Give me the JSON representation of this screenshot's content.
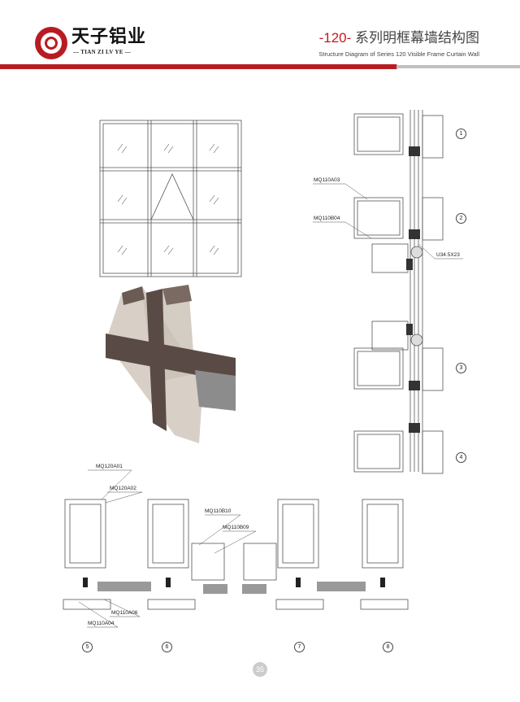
{
  "header": {
    "logo_cn": "天子铝业",
    "logo_en": "— TIAN ZI LV YE —",
    "title_num": "-120-",
    "title_cn": "系列明框幕墙结构图",
    "subtitle": "Structure Diagram of Series 120 Visible Frame Curtain Wall",
    "accent_color": "#b81c22"
  },
  "section_labels": {
    "a03": "MQ110A03",
    "b04": "MQ110B04",
    "u": "U34.5X23"
  },
  "bottom_labels": {
    "a01": "MQ120A01",
    "a02": "MQ120A02",
    "b10": "MQ110B10",
    "b09": "MQ110B09",
    "a06": "MQ110A06",
    "a04": "MQ110A04"
  },
  "markers": [
    "1",
    "2",
    "3",
    "4",
    "5",
    "6",
    "7",
    "8"
  ],
  "page_number": "35"
}
